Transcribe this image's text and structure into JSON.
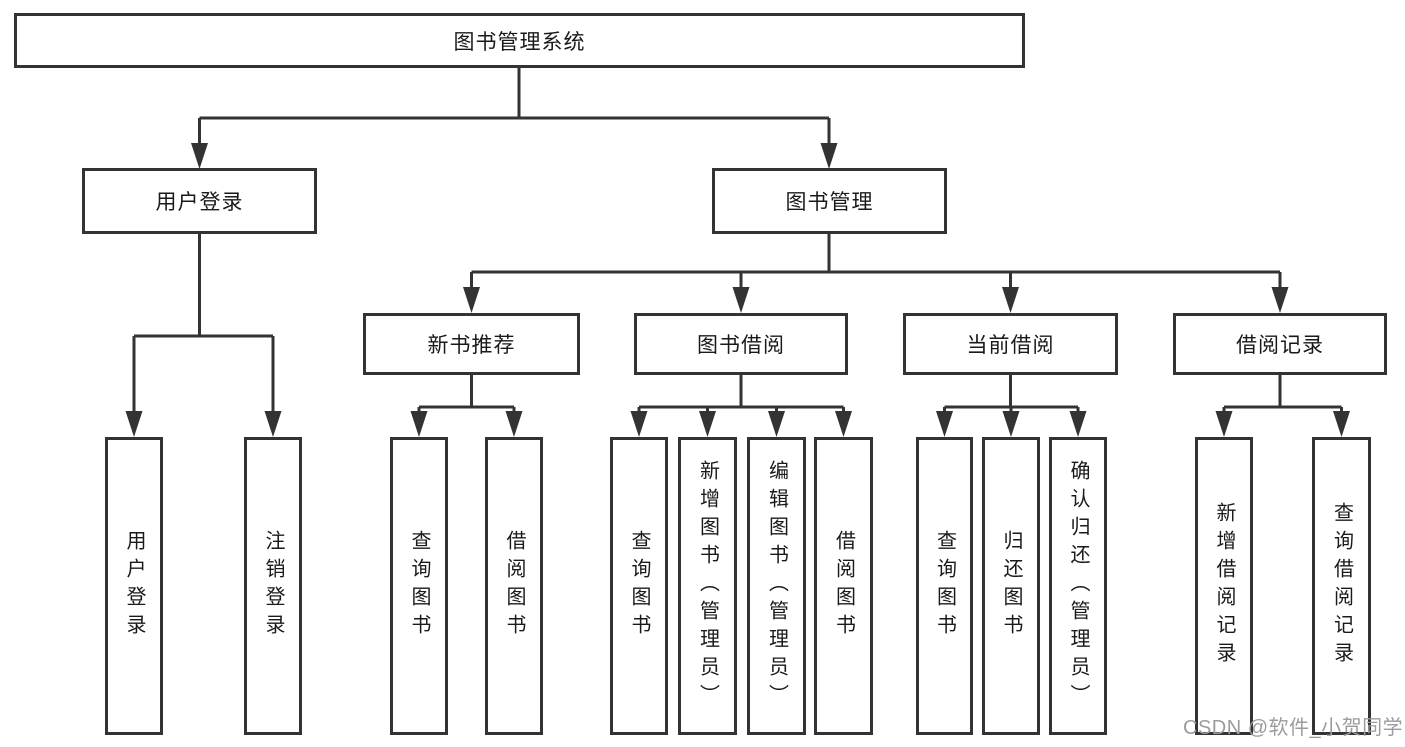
{
  "diagram": {
    "title": "图书管理系统",
    "root": {
      "label": "图书管理系统"
    },
    "branches": [
      {
        "label": "用户登录",
        "children": [
          {
            "label": "用户登录"
          },
          {
            "label": "注销登录"
          }
        ]
      },
      {
        "label": "图书管理",
        "children": [
          {
            "label": "新书推荐",
            "children": [
              {
                "label": "查询图书"
              },
              {
                "label": "借阅图书"
              }
            ]
          },
          {
            "label": "图书借阅",
            "children": [
              {
                "label": "查询图书"
              },
              {
                "label": "新增图书（管理员）"
              },
              {
                "label": "编辑图书（管理员）"
              },
              {
                "label": "借阅图书"
              }
            ]
          },
          {
            "label": "当前借阅",
            "children": [
              {
                "label": "查询图书"
              },
              {
                "label": "归还图书"
              },
              {
                "label": "确认归还（管理员）"
              }
            ]
          },
          {
            "label": "借阅记录",
            "children": [
              {
                "label": "新增借阅记录"
              },
              {
                "label": "查询借阅记录"
              }
            ]
          }
        ]
      }
    ]
  },
  "watermark": {
    "text": "CSDN @软件_小贺同学",
    "color": "#9c9c9c"
  },
  "colors": {
    "background": "#ffffff",
    "box_border": "#333333",
    "connector_line": "#333333",
    "text": "#1a1a1a"
  }
}
